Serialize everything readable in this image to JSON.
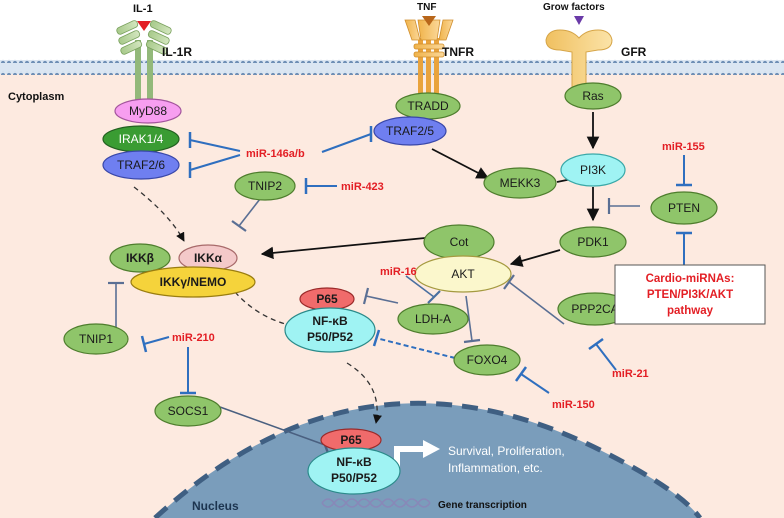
{
  "ligands": {
    "il1": "IL-1",
    "tnf": "TNF",
    "grow": "Grow factors"
  },
  "receptors": {
    "il1r": "IL-1R",
    "tnfr": "TNFR",
    "gfr": "GFR"
  },
  "regions": {
    "cytoplasm": "Cytoplasm",
    "nucleus": "Nucleus"
  },
  "nodes": {
    "myd88": "MyD88",
    "irak": "IRAK1/4",
    "traf26": "TRAF2/6",
    "tradd": "TRADD",
    "traf25": "TRAF2/5",
    "ras": "Ras",
    "tnip2": "TNIP2",
    "mekk3": "MEKK3",
    "pi3k": "PI3K",
    "pten": "PTEN",
    "ikkb": "IKKβ",
    "ikka": "IKKα",
    "ikkg": "IKKγ/NEMO",
    "cot": "Cot",
    "akt": "AKT",
    "pdk1": "PDK1",
    "p65": "P65",
    "nfkb": "NF-κB",
    "p5052": "P50/P52",
    "ldha": "LDH-A",
    "ppp2ca": "PPP2CA",
    "tnip1": "TNIP1",
    "foxo4": "FOXO4",
    "socs1": "SOCS1",
    "n_p65": "P65",
    "n_nfkb": "NF-κB",
    "n_p5052": "P50/P52"
  },
  "mirnas": {
    "m146": "miR-146a/b",
    "m423": "miR-423",
    "m155": "miR-155",
    "m16": "miR-16",
    "m210": "miR-210",
    "m21": "miR-21",
    "m150": "miR-150"
  },
  "cardio_box": {
    "line1": "Cardio-miRNAs:",
    "line2": "PTEN/PI3K/AKT",
    "line3": "pathway"
  },
  "outcome": {
    "line1": "Survival, Proliferation,",
    "line2": "Inflammation, etc."
  },
  "gene_transcription": "Gene transcription",
  "colors": {
    "cytoplasm": "#fdeae0",
    "membrane": "#8faecf",
    "nucleus": "#7a9dbb",
    "green_node": "#8fc56a",
    "node_border": "#4e7d2d",
    "cyan_node": "#9ff3f3",
    "blue_node": "#6f7ff0",
    "pink_node": "#f79ef0",
    "red_node": "#f06b6b",
    "yellow_node": "#f5d33b",
    "inhibit_blue": "#2f6fbf",
    "mirna_red": "#e31e24",
    "ligand_red": "#e31e24",
    "ligand_brown": "#b8661a",
    "ligand_purple": "#6a3aa8"
  }
}
